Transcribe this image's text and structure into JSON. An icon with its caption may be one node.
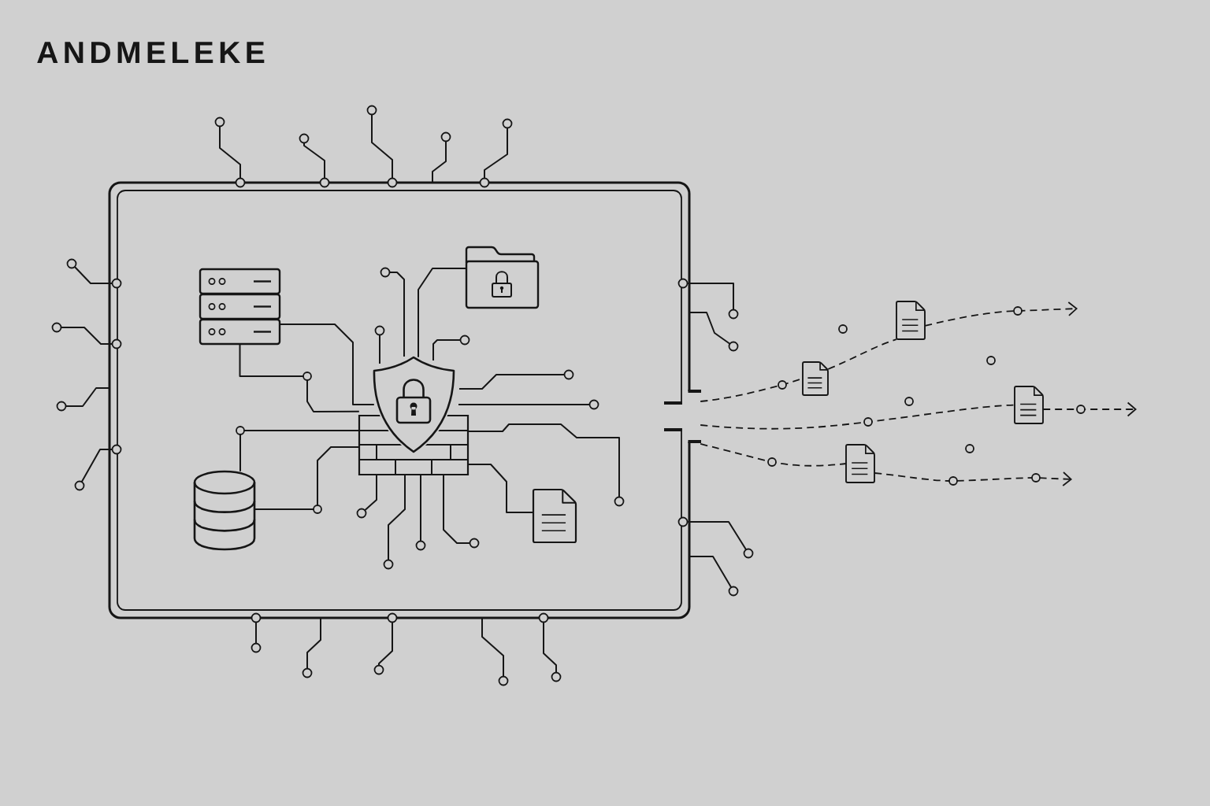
{
  "diagram": {
    "title": "ANDMELEKE",
    "nodes": [
      {
        "text": [],
        "shape": "box"
      },
      {
        "text": [],
        "shape": "picture",
        "in": 0
      },
      {
        "text": [],
        "shape": "picture",
        "in": 0
      },
      {
        "text": [],
        "shape": "picture",
        "in": 0
      },
      {
        "text": [],
        "shape": "picture",
        "in": 0
      },
      {
        "text": [],
        "shape": "cylinder",
        "in": 0
      },
      {
        "text": [],
        "shape": "picture",
        "in": 0
      },
      {
        "text": [],
        "shape": "picture"
      },
      {
        "text": [],
        "shape": "picture"
      },
      {
        "text": [],
        "shape": "picture"
      },
      {
        "text": [],
        "shape": "picture"
      }
    ],
    "edges": [
      {
        "from": 1,
        "to": 3,
        "arrow": "none"
      },
      {
        "from": 1,
        "to": 4,
        "arrow": "none"
      },
      {
        "from": 2,
        "to": 3,
        "arrow": "none"
      },
      {
        "from": 5,
        "to": 4,
        "arrow": "none"
      },
      {
        "from": 5,
        "to": 4,
        "arrow": "none"
      },
      {
        "from": 4,
        "to": 6,
        "arrow": "none"
      },
      {
        "from": 0,
        "to": 7,
        "arrow": "none",
        "style": "dashed"
      },
      {
        "from": 7,
        "to": 8,
        "arrow": "none",
        "style": "dashed"
      },
      {
        "from": 8,
        "to": null,
        "arrow": "to",
        "style": "dashed"
      },
      {
        "from": 0,
        "to": 9,
        "arrow": "none",
        "style": "dashed"
      },
      {
        "from": 9,
        "to": null,
        "arrow": "to",
        "style": "dashed"
      },
      {
        "from": 0,
        "to": 10,
        "arrow": "none",
        "style": "dashed"
      },
      {
        "from": 10,
        "to": null,
        "arrow": "to",
        "style": "dashed"
      }
    ]
  }
}
